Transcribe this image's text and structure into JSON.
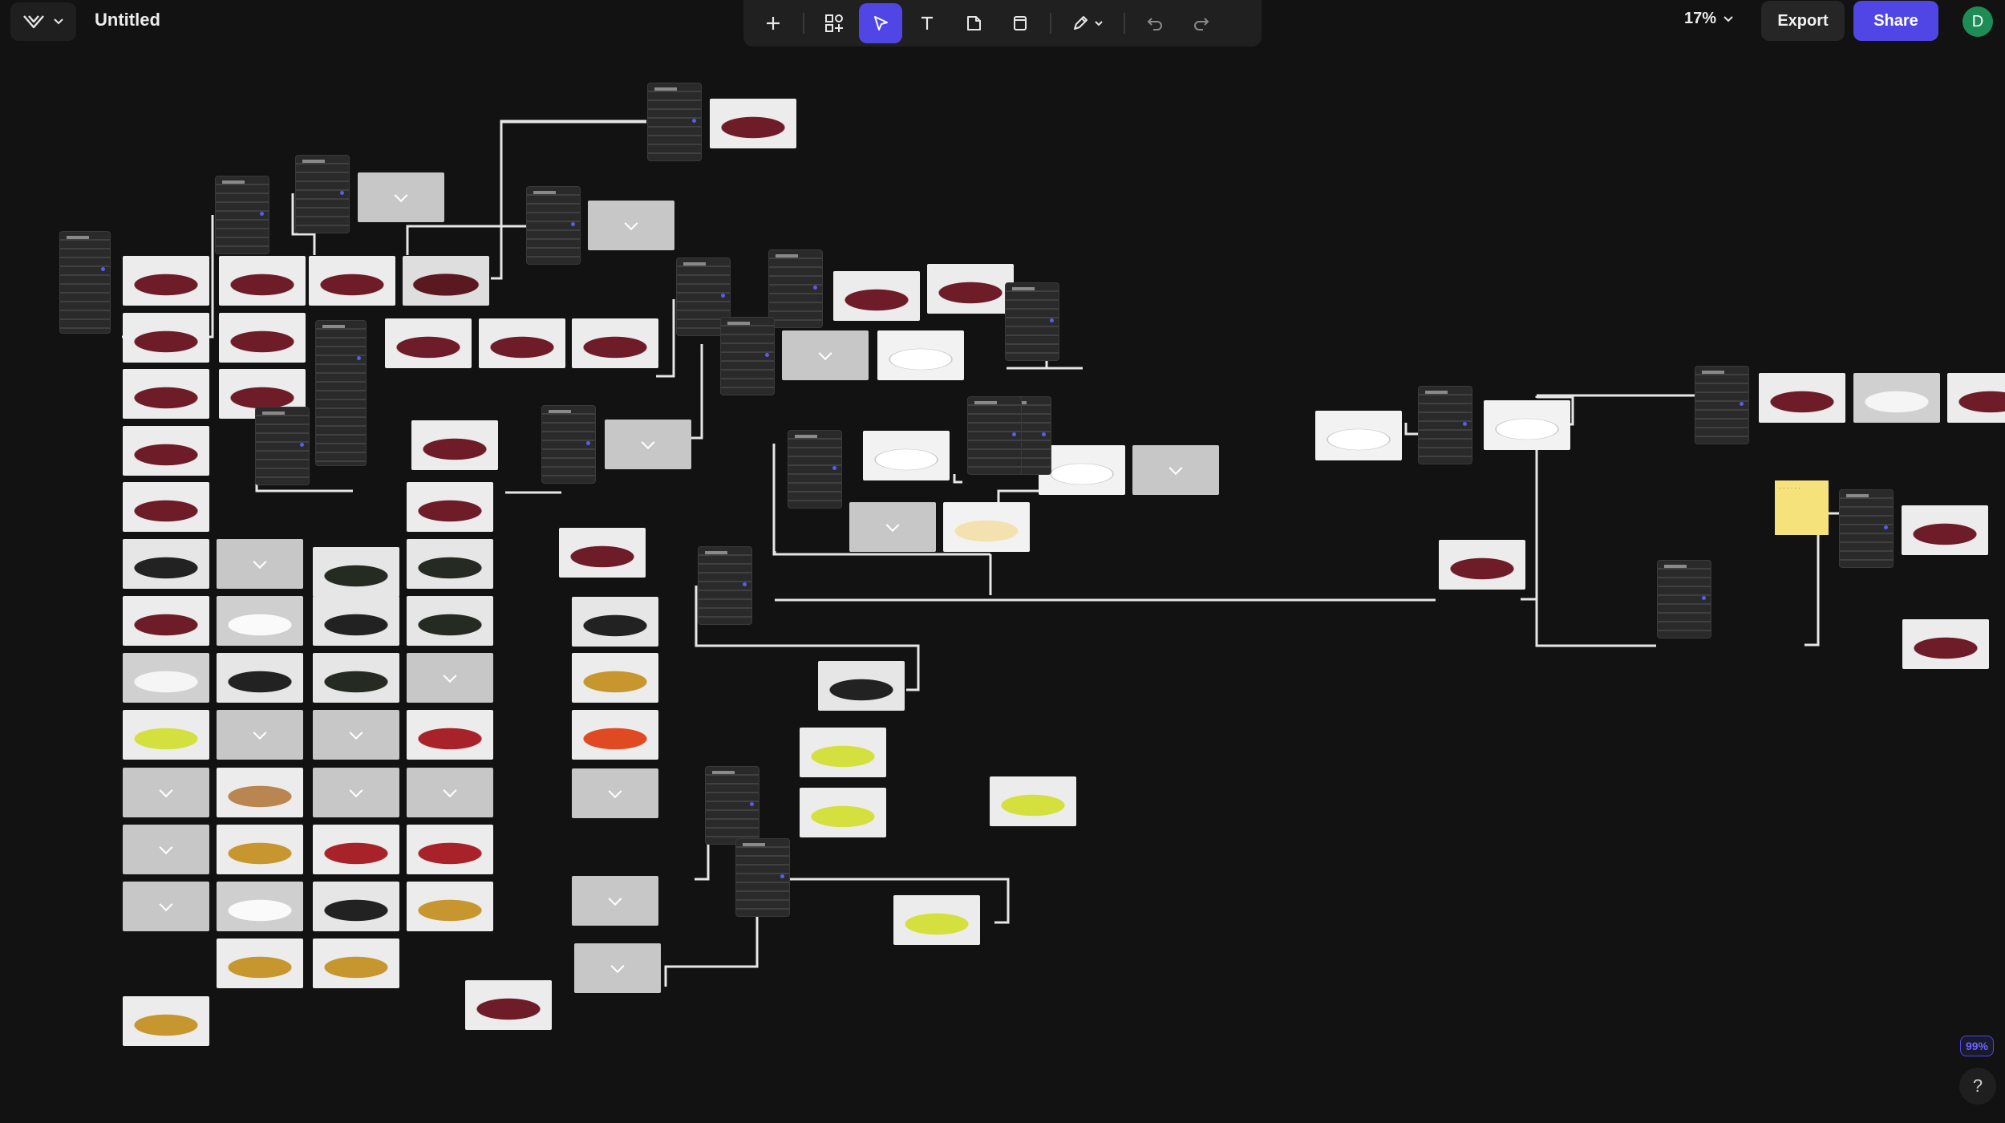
{
  "app": {
    "title": "Untitled"
  },
  "toolbar": {
    "items": [
      {
        "name": "add",
        "icon": "plus-icon"
      },
      {
        "name": "components",
        "icon": "shapes-icon"
      },
      {
        "name": "select",
        "icon": "cursor-icon",
        "active": true
      },
      {
        "name": "text",
        "icon": "text-icon"
      },
      {
        "name": "sticky",
        "icon": "note-icon"
      },
      {
        "name": "frame",
        "icon": "frame-icon"
      },
      {
        "name": "pen",
        "icon": "pen-icon"
      },
      {
        "name": "undo",
        "icon": "undo-icon"
      },
      {
        "name": "redo",
        "icon": "redo-icon"
      }
    ]
  },
  "zoom": {
    "value": "17%"
  },
  "export": {
    "label": "Export"
  },
  "share": {
    "label": "Share"
  },
  "user": {
    "avatar_initial": "D"
  },
  "status": {
    "progress": "99%"
  },
  "help": {
    "label": "?"
  },
  "colors": {
    "accent": "#4f46e5",
    "canvas": "#121212",
    "maroon": "#6e1d28",
    "yellow": "#d7e34c",
    "gold": "#d4a23a"
  }
}
